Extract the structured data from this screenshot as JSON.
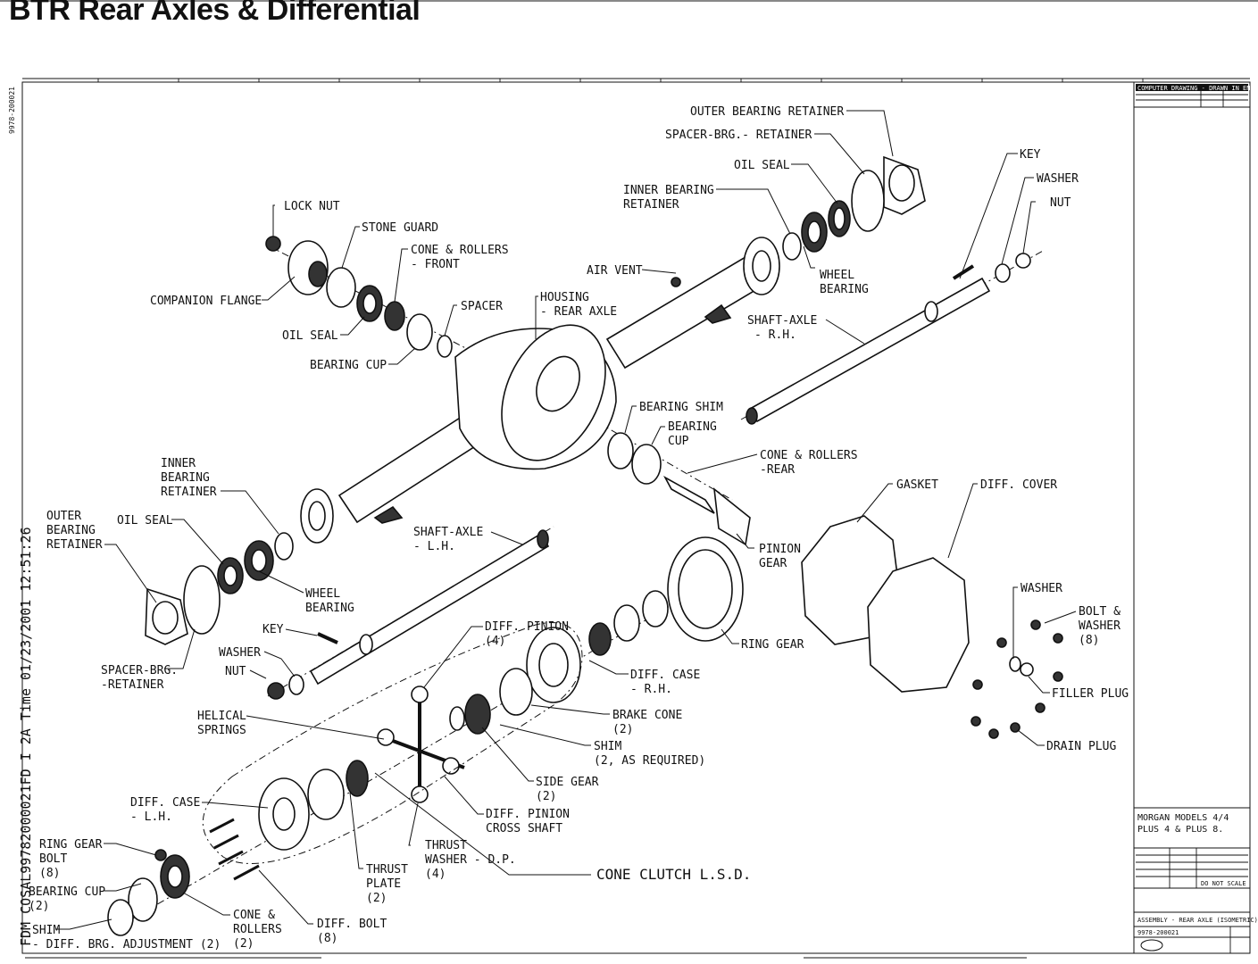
{
  "title": "BTR Rear Axles & Differential",
  "side_text": "FDM COSAL99782000021FD  I 2A Time 01/23/2001 12:51:26",
  "side_drawing_no": "9978-200021",
  "labels": {
    "outer_bearing_retainer_rh": "OUTER BEARING RETAINER",
    "spacer_brg_retainer_rh": "SPACER-BRG.- RETAINER",
    "oil_seal_rh": "OIL SEAL",
    "inner_bearing_retainer_rh_1": "INNER BEARING",
    "inner_bearing_retainer_rh_2": "RETAINER",
    "key_rh": "KEY",
    "washer_rh": "WASHER",
    "nut_rh": "NUT",
    "lock_nut": "LOCK NUT",
    "stone_guard": "STONE GUARD",
    "cone_rollers_front_1": "CONE & ROLLERS",
    "cone_rollers_front_2": "- FRONT",
    "air_vent": "AIR VENT",
    "wheel_bearing_rh_1": "WHEEL",
    "wheel_bearing_rh_2": "BEARING",
    "companion_flange": "COMPANION FLANGE",
    "spacer": "SPACER",
    "housing_1": "HOUSING",
    "housing_2": "- REAR AXLE",
    "oil_seal_front": "OIL SEAL",
    "shaft_axle_rh_1": "SHAFT-AXLE",
    "shaft_axle_rh_2": "- R.H.",
    "bearing_cup_front": "BEARING CUP",
    "bearing_shim": "BEARING SHIM",
    "bearing_cup_rear_1": "BEARING",
    "bearing_cup_rear_2": "CUP",
    "cone_rollers_rear_1": "CONE & ROLLERS",
    "cone_rollers_rear_2": "-REAR",
    "inner_bearing_retainer_lh_1": "INNER",
    "inner_bearing_retainer_lh_2": "BEARING",
    "inner_bearing_retainer_lh_3": "RETAINER",
    "gasket": "GASKET",
    "diff_cover": "DIFF. COVER",
    "outer_bearing_retainer_lh_1": "OUTER",
    "outer_bearing_retainer_lh_2": "BEARING",
    "outer_bearing_retainer_lh_3": "RETAINER",
    "oil_seal_lh": "OIL SEAL",
    "shaft_axle_lh_1": "SHAFT-AXLE",
    "shaft_axle_lh_2": "- L.H.",
    "pinion_gear_1": "PINION",
    "pinion_gear_2": "GEAR",
    "wheel_bearing_lh_1": "WHEEL",
    "wheel_bearing_lh_2": "BEARING",
    "washer_cover": "WASHER",
    "bolt_washer_1": "BOLT &",
    "bolt_washer_2": "WASHER",
    "bolt_washer_3": "(8)",
    "key_lh": "KEY",
    "diff_pinion_1": "DIFF. PINION",
    "diff_pinion_2": "(4)",
    "ring_gear": "RING GEAR",
    "washer_lh": "WASHER",
    "spacer_brg_retainer_lh_1": "SPACER-BRG.",
    "spacer_brg_retainer_lh_2": "-RETAINER",
    "nut_lh": "NUT",
    "diff_case_rh_1": "DIFF. CASE",
    "diff_case_rh_2": "- R.H.",
    "filler_plug": "FILLER PLUG",
    "helical_springs_1": "HELICAL",
    "helical_springs_2": "SPRINGS",
    "brake_cone_1": "BRAKE CONE",
    "brake_cone_2": "(2)",
    "shim_1": "SHIM",
    "shim_2": "(2, AS REQUIRED)",
    "drain_plug": "DRAIN PLUG",
    "side_gear_1": "SIDE GEAR",
    "side_gear_2": "(2)",
    "diff_case_lh_1": "DIFF. CASE",
    "diff_case_lh_2": "- L.H.",
    "diff_pinion_cross_shaft_1": "DIFF. PINION",
    "diff_pinion_cross_shaft_2": "CROSS SHAFT",
    "ring_gear_bolt_1": "RING GEAR",
    "ring_gear_bolt_2": "BOLT",
    "ring_gear_bolt_3": "(8)",
    "thrust_washer_1": "THRUST",
    "thrust_washer_2": "WASHER - D.P.",
    "thrust_washer_3": "(4)",
    "cone_clutch": "CONE CLUTCH L.S.D.",
    "thrust_plate_1": "THRUST",
    "thrust_plate_2": "PLATE",
    "thrust_plate_3": "(2)",
    "bearing_cup_lh_1": "BEARING CUP",
    "bearing_cup_lh_2": "(2)",
    "cone_rollers_lh_1": "CONE &",
    "cone_rollers_lh_2": "ROLLERS",
    "cone_rollers_lh_3": "(2)",
    "diff_bolt_1": "DIFF. BOLT",
    "diff_bolt_2": "(8)",
    "shim_lh": "SHIM",
    "diff_brg_adjustment": "- DIFF. BRG. ADJUSTMENT (2)"
  },
  "title_block": {
    "header": "COMPUTER DRAWING - DRAWN IN ENGLISH",
    "models_1": "MORGAN MODELS 4/4",
    "models_2": "PLUS 4 & PLUS 8.",
    "do_not_scale": "DO NOT SCALE",
    "assembly": "ASSEMBLY - REAR AXLE (ISOMETRIC)",
    "drawing_no": "9978-200021"
  }
}
